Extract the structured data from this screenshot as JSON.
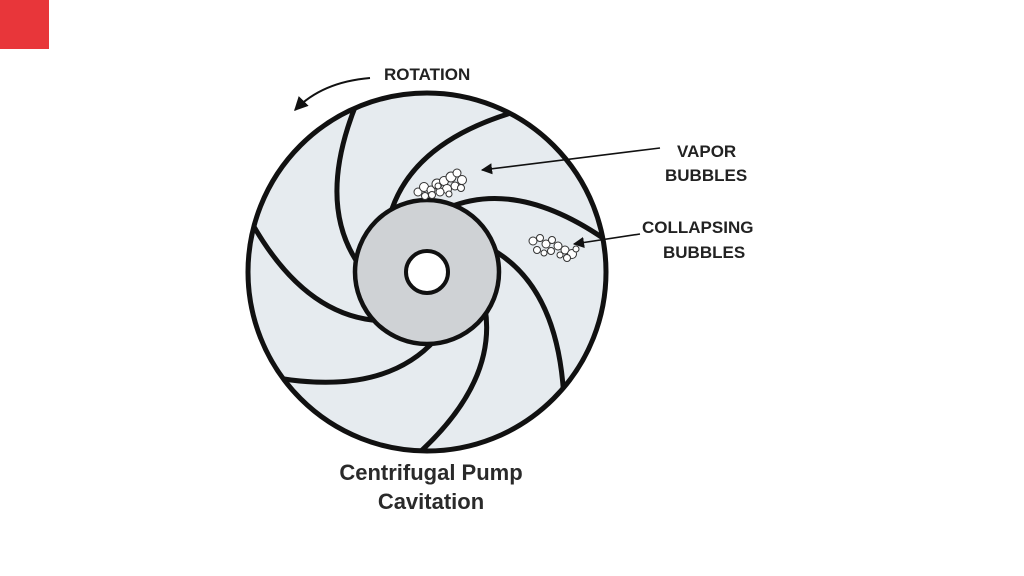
{
  "colors": {
    "accent": "#e8363a",
    "impeller_fill": "#e6ebef",
    "hub_fill": "#cfd2d5",
    "stroke": "#111111",
    "text": "#222222"
  },
  "labels": {
    "rotation": "ROTATION",
    "vapor_line1": "VAPOR",
    "vapor_line2": "BUBBLES",
    "collapsing_line1": "COLLAPSING",
    "collapsing_line2": "BUBBLES"
  },
  "caption": {
    "line1": "Centrifugal Pump",
    "line2": "Cavitation"
  },
  "impeller": {
    "vane_count": 7
  }
}
